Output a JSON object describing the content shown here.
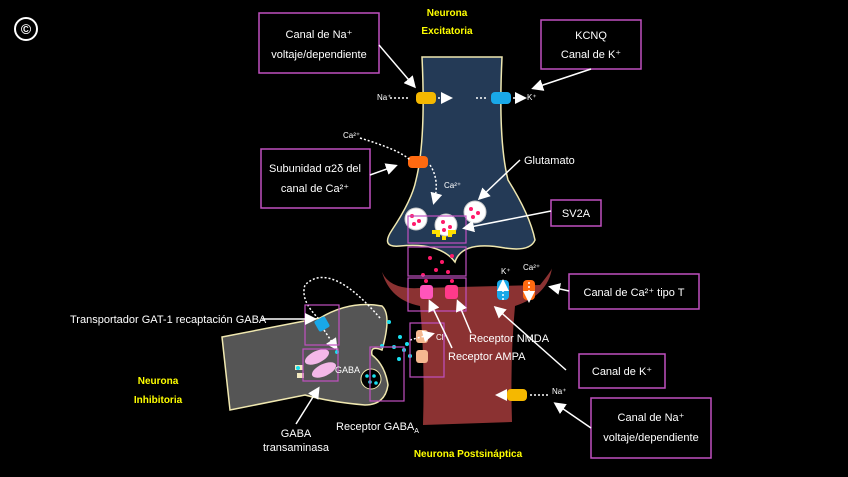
{
  "copyright": "©",
  "titles": {
    "excitatory": [
      "Neurona",
      "Excitatoria"
    ],
    "inhibitory": [
      "Neurona",
      "Inhibitoria"
    ],
    "postsynaptic": "Neurona Postsináptica"
  },
  "callouts": {
    "na_channel_top": [
      "Canal de Na⁺",
      "voltaje/dependiente"
    ],
    "kcnq": [
      "KCNQ",
      "Canal de K⁺"
    ],
    "ca_subunit": [
      "Subunidad α2δ  del",
      "canal de Ca²⁺"
    ],
    "sv2a": "SV2A",
    "ca_t_channel": "Canal de Ca²⁺ tipo T",
    "k_channel": "Canal de K⁺",
    "na_channel_bottom": [
      "Canal de Na⁺",
      "voltaje/dependiente"
    ]
  },
  "labels": {
    "glutamato": "Glutamato",
    "gat1": "Transportador GAT-1 recaptación  GABA",
    "gaba": "GABA",
    "gaba_transaminasa": [
      "GABA",
      "transaminasa"
    ],
    "receptor_gaba_a": "Receptor GABA",
    "receptor_gaba_a_sub": "A",
    "receptor_nmda": "Receptor NMDA",
    "receptor_ampa": "Receptor AMPA"
  },
  "ions": {
    "na": "Na⁺",
    "k": "K⁺",
    "ca": "Ca²⁺",
    "cl": "Cl⁻"
  },
  "colors": {
    "excitatory": "#243a56",
    "postsynaptic": "#8b3232",
    "inhibitory": "#555555",
    "highlight": "#c050c0",
    "title": "#ffff00"
  }
}
